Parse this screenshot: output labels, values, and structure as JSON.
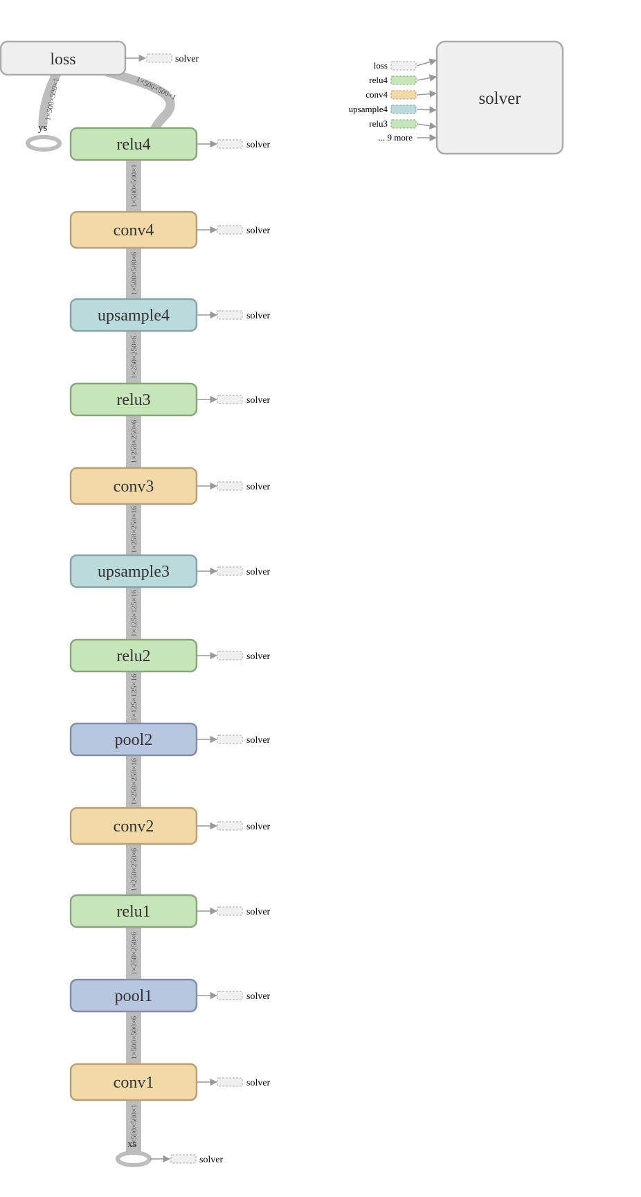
{
  "colors": {
    "relu": "#c6e5b8",
    "relu_stroke": "#8aa57e",
    "conv": "#f1d9a8",
    "conv_stroke": "#b7a07a",
    "upsample": "#badadb",
    "upsample_stroke": "#89a4a5",
    "pool": "#b8c6e0",
    "pool_stroke": "#838ea6",
    "neutral": "#f0f0f0",
    "neutral_stroke": "#aaaaaa",
    "edge": "#bdbdbd",
    "arrow": "#999999"
  },
  "loss_node": {
    "label": "loss",
    "solver_label": "solver"
  },
  "ys_label": "ys",
  "xs_label": "xs",
  "xs_solver_label": "solver",
  "loss_edges": [
    {
      "label": "1×500×500×1"
    },
    {
      "label": "1×500×500×1"
    }
  ],
  "layers": [
    {
      "id": "relu4",
      "label": "relu4",
      "kind": "relu",
      "solver_label": "solver"
    },
    {
      "id": "conv4",
      "label": "conv4",
      "kind": "conv",
      "solver_label": "solver"
    },
    {
      "id": "upsample4",
      "label": "upsample4",
      "kind": "upsample",
      "solver_label": "solver"
    },
    {
      "id": "relu3",
      "label": "relu3",
      "kind": "relu",
      "solver_label": "solver"
    },
    {
      "id": "conv3",
      "label": "conv3",
      "kind": "conv",
      "solver_label": "solver"
    },
    {
      "id": "upsample3",
      "label": "upsample3",
      "kind": "upsample",
      "solver_label": "solver"
    },
    {
      "id": "relu2",
      "label": "relu2",
      "kind": "relu",
      "solver_label": "solver"
    },
    {
      "id": "pool2",
      "label": "pool2",
      "kind": "pool",
      "solver_label": "solver"
    },
    {
      "id": "conv2",
      "label": "conv2",
      "kind": "conv",
      "solver_label": "solver"
    },
    {
      "id": "relu1",
      "label": "relu1",
      "kind": "relu",
      "solver_label": "solver"
    },
    {
      "id": "pool1",
      "label": "pool1",
      "kind": "pool",
      "solver_label": "solver"
    },
    {
      "id": "conv1",
      "label": "conv1",
      "kind": "conv",
      "solver_label": "solver"
    }
  ],
  "edges": [
    {
      "label": "1×500×500×1"
    },
    {
      "label": "1×500×500×6"
    },
    {
      "label": "1×250×250×6"
    },
    {
      "label": "1×250×250×6"
    },
    {
      "label": "1×250×250×16"
    },
    {
      "label": "1×125×125×16"
    },
    {
      "label": "1×125×125×16"
    },
    {
      "label": "1×250×250×16"
    },
    {
      "label": "1×250×250×6"
    },
    {
      "label": "1×250×250×6"
    },
    {
      "label": "1×500×500×6"
    },
    {
      "label": "1×500×500×1"
    }
  ],
  "solver_box": {
    "label": "solver",
    "inputs": [
      {
        "label": "loss",
        "kind": "neutral"
      },
      {
        "label": "relu4",
        "kind": "relu"
      },
      {
        "label": "conv4",
        "kind": "conv"
      },
      {
        "label": "upsample4",
        "kind": "upsample"
      },
      {
        "label": "relu3",
        "kind": "relu"
      }
    ],
    "more_label": "... 9 more"
  }
}
